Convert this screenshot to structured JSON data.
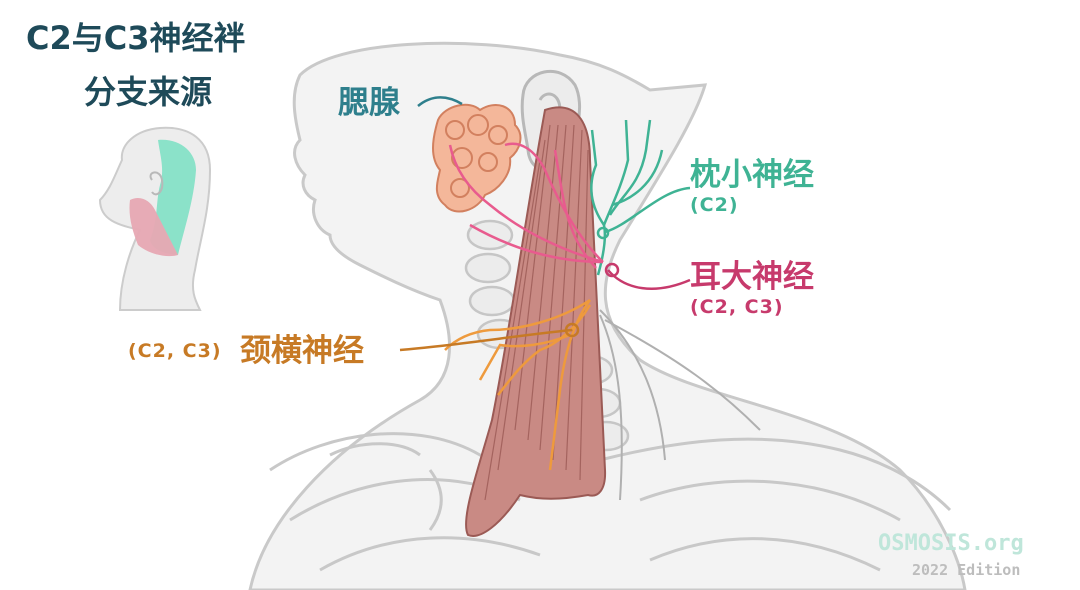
{
  "title": {
    "line1": "C2与C3神经袢",
    "line2": "分支来源"
  },
  "labels": {
    "parotid": "腮腺",
    "lesser_occipital": {
      "name": "枕小神经",
      "roots": "(C2)"
    },
    "great_auricular": {
      "name": "耳大神经",
      "roots": "(C2, C3)"
    },
    "transverse_cervical": {
      "name": "颈横神经",
      "roots": "(C2, C3)"
    }
  },
  "branding": {
    "logo": "OSMOSIS.org",
    "edition": "2022 Edition"
  },
  "colors": {
    "title": "#1e4a59",
    "parotid": "#2e7f8c",
    "lesser_occipital": "#3fb394",
    "great_auricular": "#c73a6c",
    "transverse_cervical": "#c77a25",
    "muscle": "#c98a84",
    "gland": "#f4b79a",
    "skin_outline": "#c9c9c9",
    "bone": "#e6e6e6",
    "thumb_green": "#7fe0c4",
    "thumb_pink": "#e7a8b3"
  }
}
